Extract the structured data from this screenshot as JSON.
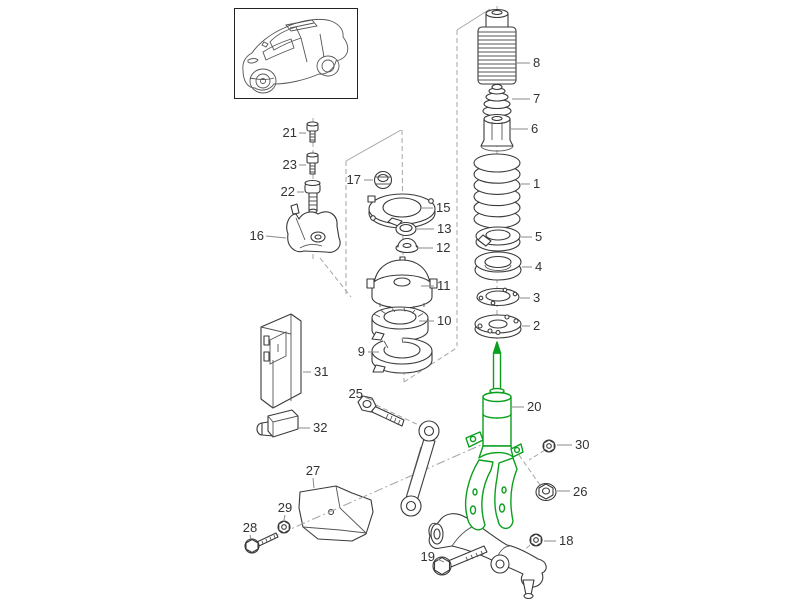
{
  "page": {
    "background": "#ffffff"
  },
  "colors": {
    "line": "#3a3a3a",
    "label": "#333333",
    "leader": "#8a8a8a",
    "construction": "#a6a6a6",
    "highlight": "#0aa01e"
  },
  "inset": {
    "name": "vehicle-overview-suv"
  },
  "parts": {
    "p1": {
      "label": "1",
      "name": "coil-spring"
    },
    "p2": {
      "label": "2",
      "name": "flange-plate"
    },
    "p3": {
      "label": "3",
      "name": "washer-plate"
    },
    "p4": {
      "label": "4",
      "name": "support-ring"
    },
    "p5": {
      "label": "5",
      "name": "spring-pad"
    },
    "p6": {
      "label": "6",
      "name": "spacer-cap"
    },
    "p7": {
      "label": "7",
      "name": "bump-stop"
    },
    "p8": {
      "label": "8",
      "name": "dust-bellows"
    },
    "p9": {
      "label": "9",
      "name": "support-ring-open"
    },
    "p10": {
      "label": "10",
      "name": "strut-bearing"
    },
    "p11": {
      "label": "11",
      "name": "strut-mount"
    },
    "p12": {
      "label": "12",
      "name": "cap-nut"
    },
    "p13": {
      "label": "13",
      "name": "washer-ring"
    },
    "p15": {
      "label": "15",
      "name": "retaining-ring"
    },
    "p16": {
      "label": "16",
      "name": "mount-bracket"
    },
    "p17": {
      "label": "17",
      "name": "hex-nut-top"
    },
    "p18": {
      "label": "18",
      "name": "hex-nut-balljoint"
    },
    "p19": {
      "label": "19",
      "name": "hex-bolt-arm"
    },
    "p20": {
      "label": "20",
      "name": "shock-absorber-strut",
      "highlighted": true
    },
    "p21": {
      "label": "21",
      "name": "valve-bolt"
    },
    "p22": {
      "label": "22",
      "name": "bolt-large"
    },
    "p23": {
      "label": "23",
      "name": "bolt-short"
    },
    "p25": {
      "label": "25",
      "name": "hex-bolt-link"
    },
    "p26": {
      "label": "26",
      "name": "flange-nut"
    },
    "p27": {
      "label": "27",
      "name": "protective-shield"
    },
    "p28": {
      "label": "28",
      "name": "hex-bolt-shield"
    },
    "p29": {
      "label": "29",
      "name": "hex-nut-shield"
    },
    "p30": {
      "label": "30",
      "name": "hex-nut-small"
    },
    "p31": {
      "label": "31",
      "name": "control-unit"
    },
    "p32": {
      "label": "32",
      "name": "sensor-connector"
    }
  }
}
